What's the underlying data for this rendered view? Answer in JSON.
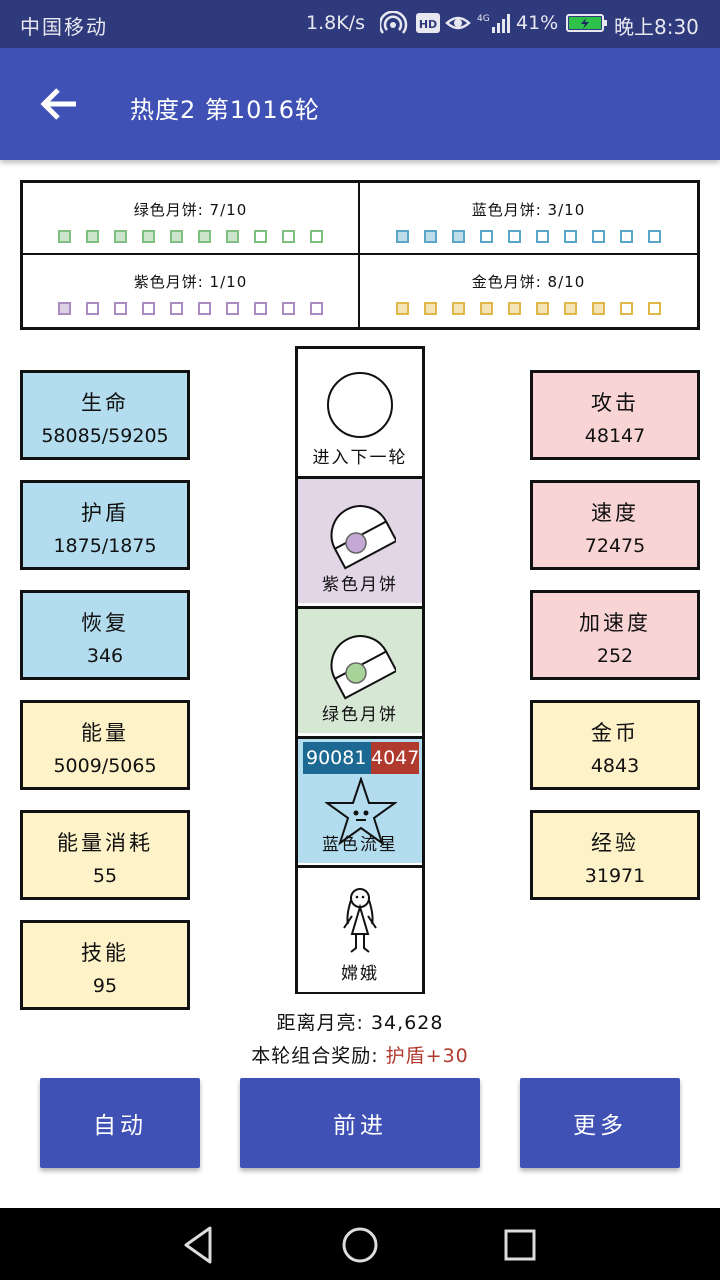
{
  "status_bar": {
    "carrier": "中国移动",
    "net_speed": "1.8K/s",
    "network": "4G",
    "battery": "41%",
    "time": "晚上8:30"
  },
  "app_bar": {
    "title": "热度2 第1016轮"
  },
  "mooncakes": [
    {
      "label": "绿色月饼: 7/10",
      "filled": 7,
      "total": 10,
      "color": "#7fbf7f"
    },
    {
      "label": "蓝色月饼: 3/10",
      "filled": 3,
      "total": 10,
      "color": "#5aa6c8"
    },
    {
      "label": "紫色月饼: 1/10",
      "filled": 1,
      "total": 10,
      "color": "#a98bbf"
    },
    {
      "label": "金色月饼: 8/10",
      "filled": 8,
      "total": 10,
      "color": "#e0b84a"
    }
  ],
  "stats_left": [
    {
      "name": "生命",
      "value": "58085/59205",
      "color": "blue"
    },
    {
      "name": "护盾",
      "value": "1875/1875",
      "color": "blue"
    },
    {
      "name": "恢复",
      "value": "346",
      "color": "blue"
    },
    {
      "name": "能量",
      "value": "5009/5065",
      "color": "yellow"
    },
    {
      "name": "能量消耗",
      "value": "55",
      "color": "yellow"
    },
    {
      "name": "技能",
      "value": "95",
      "color": "yellow"
    }
  ],
  "stats_right": [
    {
      "name": "攻击",
      "value": "48147",
      "color": "pink"
    },
    {
      "name": "速度",
      "value": "72475",
      "color": "pink"
    },
    {
      "name": "加速度",
      "value": "252",
      "color": "pink"
    },
    {
      "name": "金币",
      "value": "4843",
      "color": "yellow"
    },
    {
      "name": "经验",
      "value": "31971",
      "color": "yellow"
    }
  ],
  "column": {
    "next_label": "进入下一轮",
    "purple_label": "紫色月饼",
    "green_label": "绿色月饼",
    "meteor_label": "蓝色流星",
    "meteor_hp_a": "90081",
    "meteor_hp_b": "4047",
    "player_label": "嫦娥"
  },
  "distance": {
    "label": "距离月亮: 34,628"
  },
  "reward": {
    "label": "本轮组合奖励: ",
    "value": "护盾+30"
  },
  "buttons": {
    "auto": "自动",
    "forward": "前进",
    "more": "更多"
  }
}
